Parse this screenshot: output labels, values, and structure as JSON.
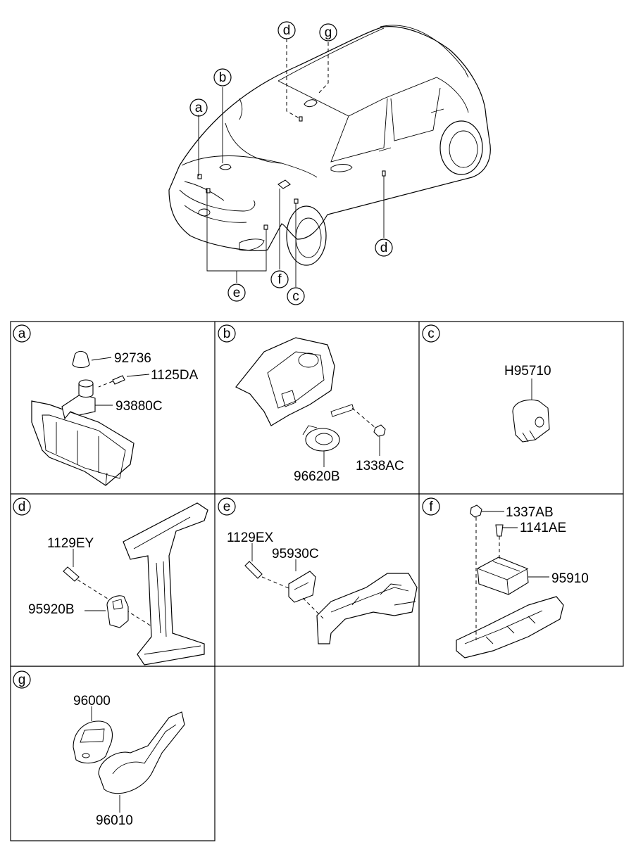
{
  "overview": {
    "callouts": {
      "a": "a",
      "b": "b",
      "c": "c",
      "d_top": "d",
      "d_side": "d",
      "e": "e",
      "f": "f",
      "g": "g"
    }
  },
  "panels": [
    {
      "id": "a",
      "letter": "a",
      "parts": [
        "92736",
        "1125DA",
        "93880C"
      ]
    },
    {
      "id": "b",
      "letter": "b",
      "parts": [
        "96620B",
        "1338AC"
      ]
    },
    {
      "id": "c",
      "letter": "c",
      "parts": [
        "H95710"
      ]
    },
    {
      "id": "d",
      "letter": "d",
      "parts": [
        "1129EY",
        "95920B"
      ]
    },
    {
      "id": "e",
      "letter": "e",
      "parts": [
        "1129EX",
        "95930C"
      ]
    },
    {
      "id": "f",
      "letter": "f",
      "parts": [
        "1337AB",
        "1141AE",
        "95910"
      ]
    },
    {
      "id": "g",
      "letter": "g",
      "parts": [
        "96000",
        "96010"
      ]
    }
  ]
}
